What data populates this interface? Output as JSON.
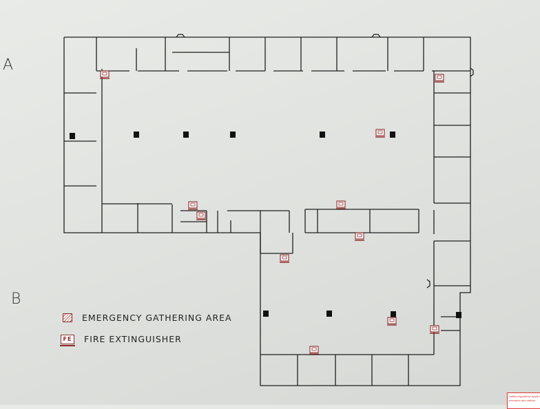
{
  "row_labels": {
    "a": "A",
    "b": "B"
  },
  "legend": {
    "gathering_label": "EMERGENCY GATHERING AREA",
    "extinguisher_label": "FIRE EXTINGUISHER",
    "extinguisher_symbol": "FE"
  },
  "colors": {
    "wall": "#1f1f1f",
    "extinguisher": "#8b2a2a",
    "column": "#111111"
  },
  "corner_note": "Safety regulations apply to all members and visitors."
}
